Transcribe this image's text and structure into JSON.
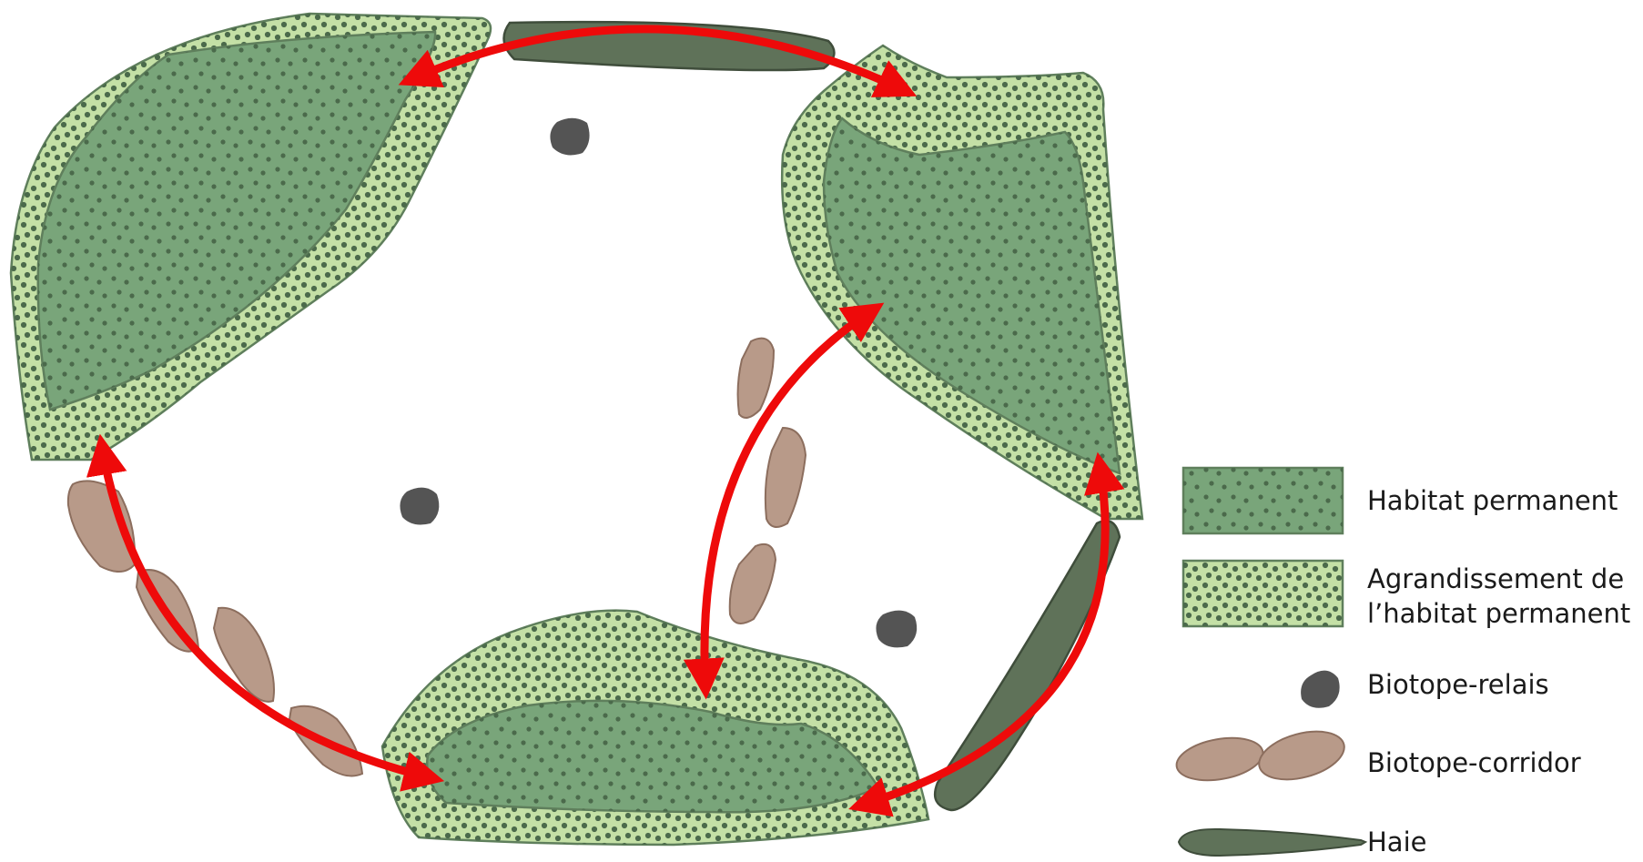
{
  "legend": {
    "items": [
      {
        "key": "habitat",
        "label": "Habitat permanent"
      },
      {
        "key": "extension",
        "label_line1": "Agrandissement de",
        "label_line2": "l’habitat permanent"
      },
      {
        "key": "relais",
        "label": "Biotope-relais"
      },
      {
        "key": "corridor",
        "label": "Biotope-corridor"
      },
      {
        "key": "haie",
        "label": "Haie"
      }
    ]
  },
  "colors": {
    "habitat_fill": "#79a57a",
    "extension_fill": "#c4e0a6",
    "outline": "#5f7f5c",
    "dots": "#4b6a4b",
    "relais": "#545454",
    "corridor_fill": "#b89a89",
    "corridor_outline": "#8c6e5e",
    "haie_fill": "#5f7259",
    "haie_outline": "#3f4d3b",
    "arrow": "#ee0a0a"
  }
}
